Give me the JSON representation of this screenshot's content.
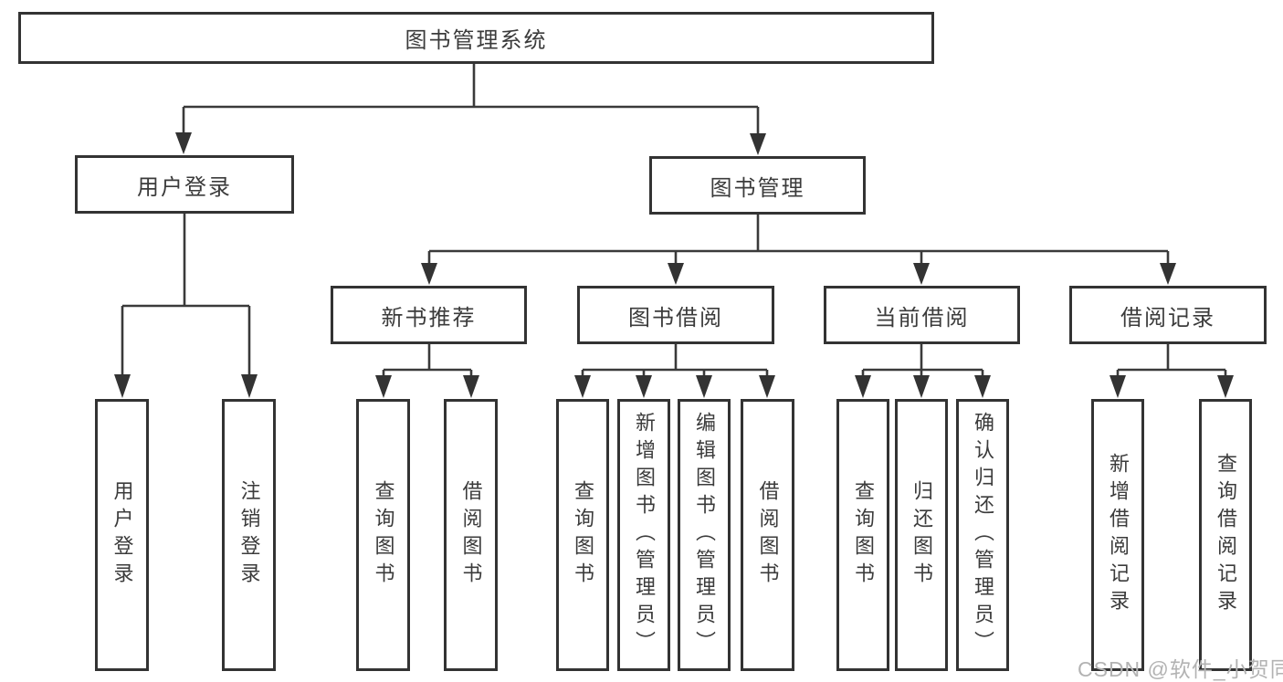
{
  "colors": {
    "line": "#3a3a3a",
    "border": "#333333",
    "text": "#3b3b3b",
    "background": "#ffffff",
    "watermark": "#b3b3b3"
  },
  "tree": {
    "root": {
      "label": "图书管理系统"
    },
    "branches": [
      {
        "label": "用户登录",
        "children": [
          {
            "label": "用户登录"
          },
          {
            "label": "注销登录"
          }
        ]
      },
      {
        "label": "图书管理",
        "modules": [
          {
            "label": "新书推荐",
            "children": [
              {
                "label": "查询图书"
              },
              {
                "label": "借阅图书"
              }
            ]
          },
          {
            "label": "图书借阅",
            "children": [
              {
                "label": "查询图书"
              },
              {
                "label": "新增图书（管理员）"
              },
              {
                "label": "编辑图书（管理员）"
              },
              {
                "label": "借阅图书"
              }
            ]
          },
          {
            "label": "当前借阅",
            "children": [
              {
                "label": "查询图书"
              },
              {
                "label": "归还图书"
              },
              {
                "label": "确认归还（管理员）"
              }
            ]
          },
          {
            "label": "借阅记录",
            "children": [
              {
                "label": "新增借阅记录"
              },
              {
                "label": "查询借阅记录"
              }
            ]
          }
        ]
      }
    ]
  },
  "watermark": {
    "text": "CSDN @软件_小贺同学"
  }
}
